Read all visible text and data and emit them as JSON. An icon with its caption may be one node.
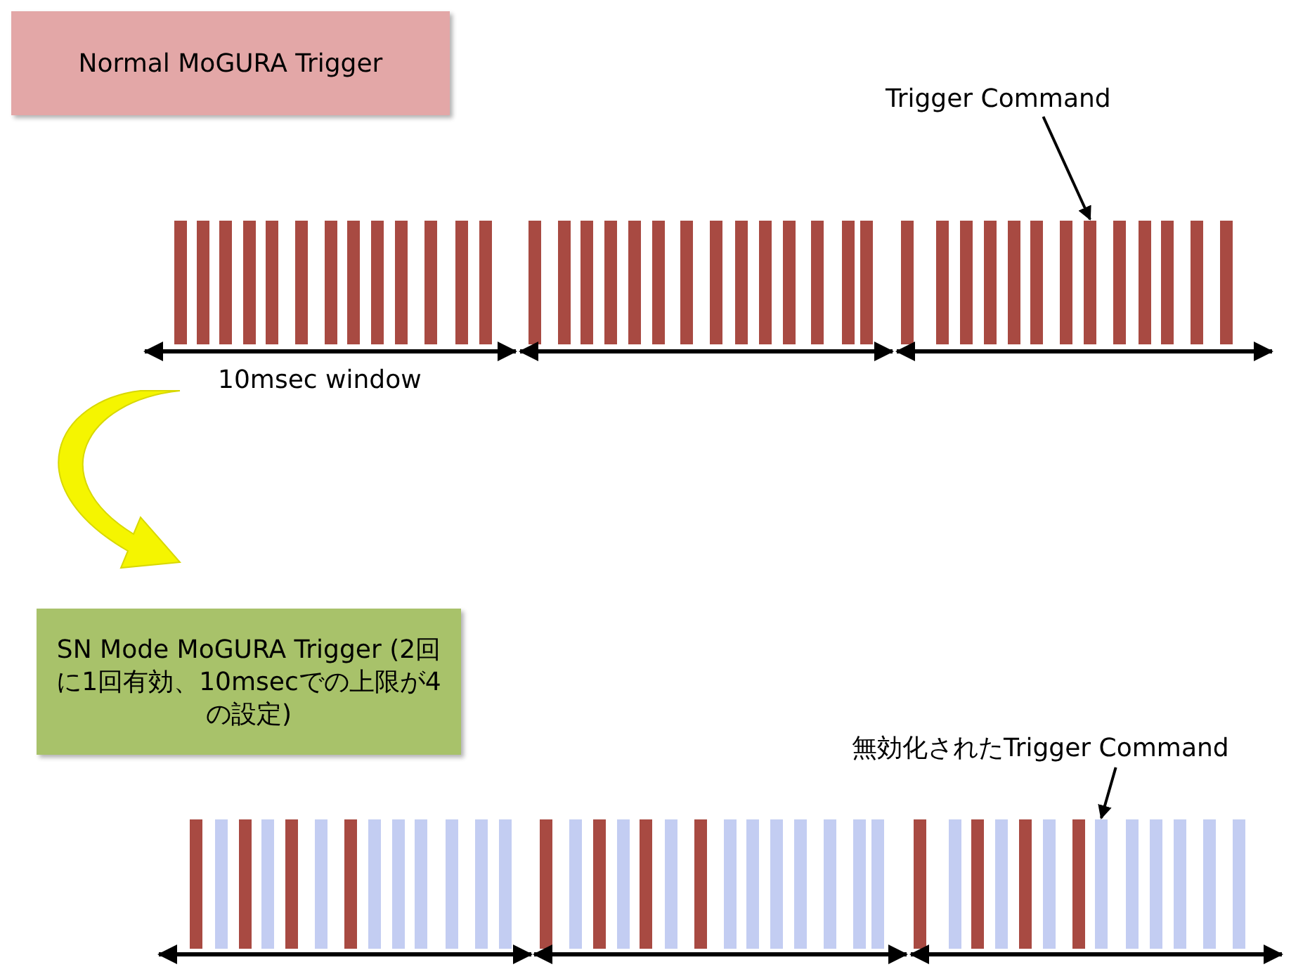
{
  "diagram": {
    "nodes": [
      {
        "text": [
          "Normal MoGURA Trigger"
        ]
      },
      {
        "text": [
          "Trigger Command"
        ]
      },
      {
        "text": [],
        "shape": "bar"
      },
      {
        "text": [
          "SN Mode MoGURA Trigger (2回に1回有効、10msecでの上限が4の設定)"
        ]
      },
      {
        "text": [
          "無効化されたTrigger Command"
        ]
      },
      {
        "text": [],
        "shape": "bar"
      }
    ],
    "edges": [
      {
        "from": 1,
        "to": 2,
        "arrow": "to"
      },
      {
        "from": 4,
        "to": 5,
        "arrow": "to"
      }
    ],
    "labels": [
      "10msec window"
    ]
  }
}
